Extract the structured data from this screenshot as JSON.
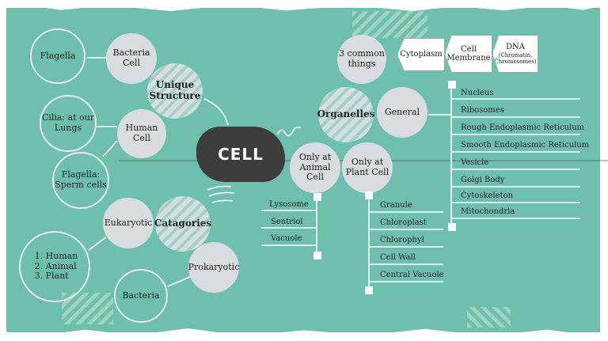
{
  "center": "CELL",
  "unique_structure": "Unique Structure",
  "categories": "Catagories",
  "organelles": "Organelles",
  "bacteria_cell": "Bacteria Cell",
  "flagella": "Flagella",
  "human_cell": "Human Cell",
  "cilia": "Cilia: at our Lungs",
  "flagella_sperm": "Flagella: Sperm cells",
  "eukaryotic": "Eukaryotic",
  "prokaryotic": "Prokaryotic",
  "bacteria": "Bacteria",
  "eukaryote_list": [
    "Human",
    "Animal",
    "Plant"
  ],
  "common_things": "3 common things",
  "common_tags": {
    "cytoplasm": "Cytoplasm",
    "cell_membrane": "Cell Membrane",
    "dna": "DNA",
    "dna_sub": "(Chromatin, Chromosomes)"
  },
  "general": "General",
  "general_items": [
    "Nucleus",
    "Ribosomes",
    "Rough Endoplasmic Reticulum",
    "Smooth Endoplasmic Reticulum",
    "Vesicle",
    "Golgi Body",
    "Cytoskeleton",
    "Mitochondria"
  ],
  "animal_only": "Only at Animal Cell",
  "animal_items": [
    "Lysosome",
    "Sentriol",
    "Vacuole"
  ],
  "plant_only": "Only at Plant Cell",
  "plant_items": [
    "Granule",
    "Chloroplast",
    "Chlorophyl",
    "Cell Wall",
    "Central Vacuole"
  ],
  "colors": {
    "board": "#6fbfae",
    "node": "#d9dde1",
    "blob": "#3d3d3d"
  }
}
